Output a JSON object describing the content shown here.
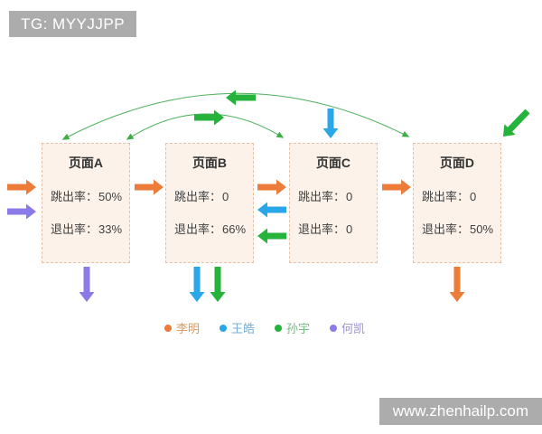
{
  "tag": {
    "label": "TG: MYYJJPP"
  },
  "watermark": {
    "label": "www.zhenhailp.com"
  },
  "colors": {
    "orange": "#ed7b3a",
    "blue": "#2aa7e8",
    "green": "#26b33c",
    "purple": "#8a7be8",
    "arc_green": "#4cb05a",
    "box_bg": "#fcf2ea",
    "box_border": "#e3c3ac",
    "tag_bg": "#acacac",
    "text": "#404040"
  },
  "pages": [
    {
      "id": "A",
      "title": "页面A",
      "bounce_label": "跳出率：",
      "bounce_value": "50%",
      "exit_label": "退出率：",
      "exit_value": "33%"
    },
    {
      "id": "B",
      "title": "页面B",
      "bounce_label": "跳出率：",
      "bounce_value": "0",
      "exit_label": "退出率：",
      "exit_value": "66%"
    },
    {
      "id": "C",
      "title": "页面C",
      "bounce_label": "跳出率：",
      "bounce_value": "0",
      "exit_label": "退出率：",
      "exit_value": "0"
    },
    {
      "id": "D",
      "title": "页面D",
      "bounce_label": "跳出率：",
      "bounce_value": "0",
      "exit_label": "退出率：",
      "exit_value": "50%"
    }
  ],
  "legend": [
    {
      "name": "李明",
      "color": "#ed7b3a"
    },
    {
      "name": "王皓",
      "color": "#2aa7e8"
    },
    {
      "name": "孙宇",
      "color": "#26b33c"
    },
    {
      "name": "何凯",
      "color": "#8a7be8"
    }
  ],
  "flows": [
    {
      "user": "李明",
      "color": "orange",
      "from": "entry",
      "to": "页面A",
      "style": "straight"
    },
    {
      "user": "何凯",
      "color": "purple",
      "from": "entry",
      "to": "页面A",
      "style": "straight"
    },
    {
      "user": "李明",
      "color": "orange",
      "from": "页面A",
      "to": "页面B",
      "style": "straight"
    },
    {
      "user": "李明",
      "color": "orange",
      "from": "页面B",
      "to": "页面C",
      "style": "straight"
    },
    {
      "user": "王皓",
      "color": "blue",
      "from": "页面C",
      "to": "页面B",
      "style": "straight"
    },
    {
      "user": "孙宇",
      "color": "green",
      "from": "页面C",
      "to": "页面B",
      "style": "straight"
    },
    {
      "user": "李明",
      "color": "orange",
      "from": "页面C",
      "to": "页面D",
      "style": "straight"
    },
    {
      "user": "孙宇",
      "color": "green",
      "from": "页面D",
      "to": "页面A",
      "style": "arc-top"
    },
    {
      "user": "孙宇",
      "color": "green",
      "from": "页面A",
      "to": "页面C",
      "style": "arc-top"
    },
    {
      "user": "王皓",
      "color": "blue",
      "from": "entry",
      "to": "页面C",
      "style": "straight-down"
    },
    {
      "user": "孙宇",
      "color": "green",
      "from": "entry",
      "to": "页面D",
      "style": "diagonal"
    },
    {
      "user": "何凯",
      "color": "purple",
      "from": "页面A",
      "to": "exit",
      "style": "straight-down"
    },
    {
      "user": "王皓",
      "color": "blue",
      "from": "页面B",
      "to": "exit",
      "style": "straight-down"
    },
    {
      "user": "孙宇",
      "color": "green",
      "from": "页面B",
      "to": "exit",
      "style": "straight-down"
    },
    {
      "user": "李明",
      "color": "orange",
      "from": "页面D",
      "to": "exit",
      "style": "straight-down"
    }
  ]
}
